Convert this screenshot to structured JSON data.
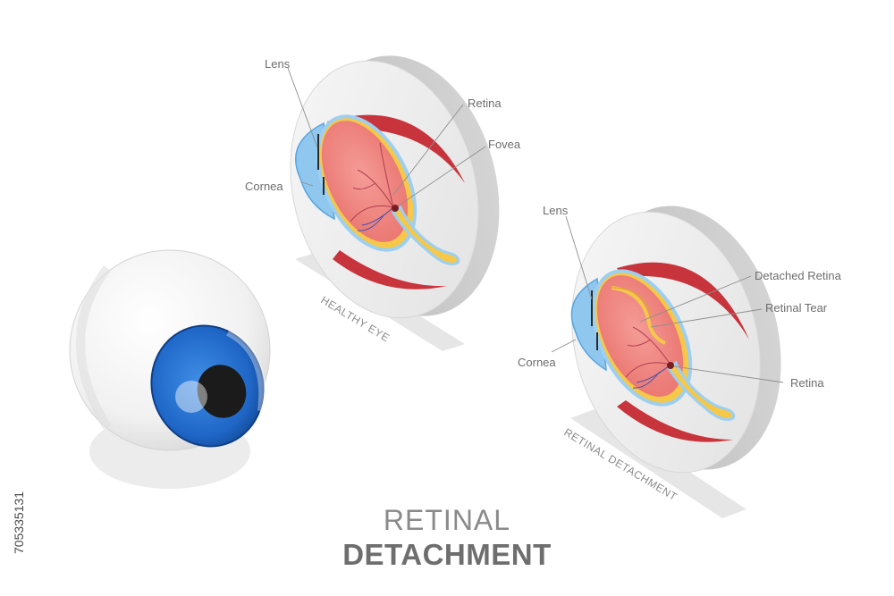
{
  "title": {
    "line1": "RETINAL",
    "line2": "DETACHMENT"
  },
  "panels": {
    "healthy": {
      "caption": "HEALTHY EYE",
      "labels": {
        "lens": "Lens",
        "retina": "Retina",
        "fovea": "Fovea",
        "cornea": "Cornea"
      }
    },
    "detached": {
      "caption": "RETINAL DETACHMENT",
      "labels": {
        "lens": "Lens",
        "detached_retina": "Detached Retina",
        "retinal_tear": "Retinal Tear",
        "cornea": "Cornea",
        "retina": "Retina"
      }
    }
  },
  "side_id": "705335131",
  "colors": {
    "iris": "#1f66c7",
    "pupil": "#1b1b1b",
    "vitreous": "#f28a87",
    "retina_layer": "#f5c84a",
    "cornea": "#8fc7ef",
    "muscle": "#c8343b",
    "disc": "#e6e6e6"
  }
}
